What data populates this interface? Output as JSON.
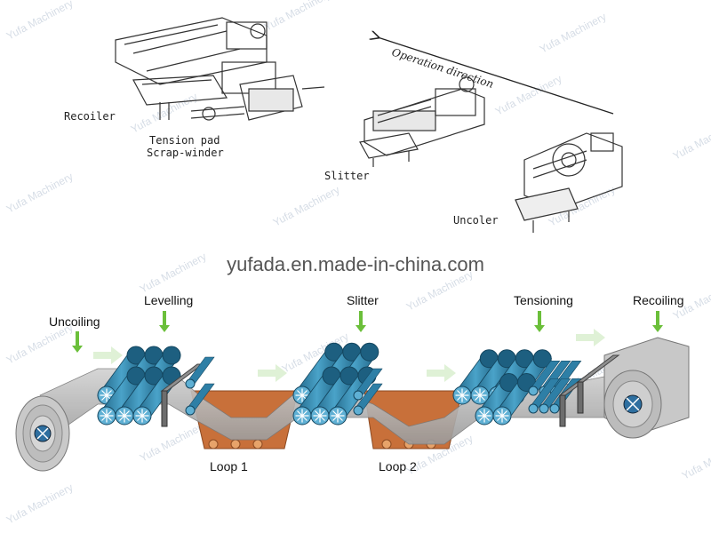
{
  "top_labels": {
    "recoiler": "Recoiler",
    "tension_pad": "Tension pad",
    "scrap_winder": "Scrap-winder",
    "slitter": "Slitter",
    "uncoiler": "Uncoler",
    "operation_direction": "Operation direction"
  },
  "site_url": "yufada.en.made-in-china.com",
  "process_stages": [
    "Uncoiling",
    "Levelling",
    "Slitter",
    "Tensioning",
    "Recoiling"
  ],
  "loops": [
    "Loop 1",
    "Loop 2"
  ],
  "watermark": "Yufa Machinery",
  "colors": {
    "roller_blue": "#2e7fa6",
    "roller_dark": "#1d5f80",
    "loop_orange": "#c8703a",
    "flow_arrow": "#cfe8c2",
    "stage_arrow": "#6bbf3a",
    "strip_gray": "#b5b5b5"
  }
}
